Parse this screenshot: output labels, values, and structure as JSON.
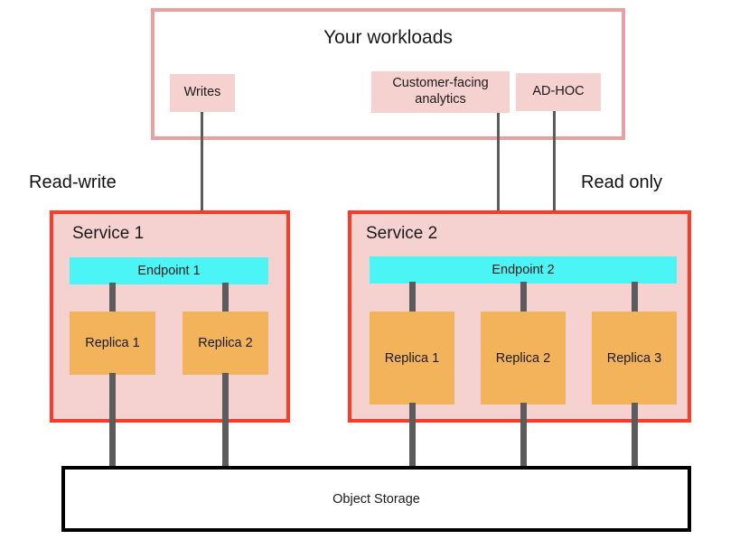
{
  "diagram": {
    "title_region": {
      "workloads_title": "Your workloads"
    },
    "labels": {
      "read_write": "Read-write",
      "read_only": "Read only"
    },
    "workloads": [
      {
        "label": "Writes"
      },
      {
        "label": "Customer-facing analytics"
      },
      {
        "label": "AD-HOC"
      }
    ],
    "services": [
      {
        "title": "Service 1",
        "endpoint": "Endpoint 1",
        "replicas": [
          {
            "label": "Replica 1"
          },
          {
            "label": "Replica 2"
          }
        ]
      },
      {
        "title": "Service 2",
        "endpoint": "Endpoint 2",
        "replicas": [
          {
            "label": "Replica 1"
          },
          {
            "label": "Replica 2"
          },
          {
            "label": "Replica 3"
          }
        ]
      }
    ],
    "storage": {
      "label": "Object Storage"
    },
    "colors": {
      "workloads_border": "#e8a0a0",
      "chip_fill": "#f5d2d0",
      "service_border": "#fc3b28",
      "service_fill": "#f5d2d0",
      "endpoint_fill": "#4cf5f5",
      "replica_fill": "#f3b35a",
      "storage_border": "#000000",
      "connector": "#5c5c5c"
    }
  }
}
